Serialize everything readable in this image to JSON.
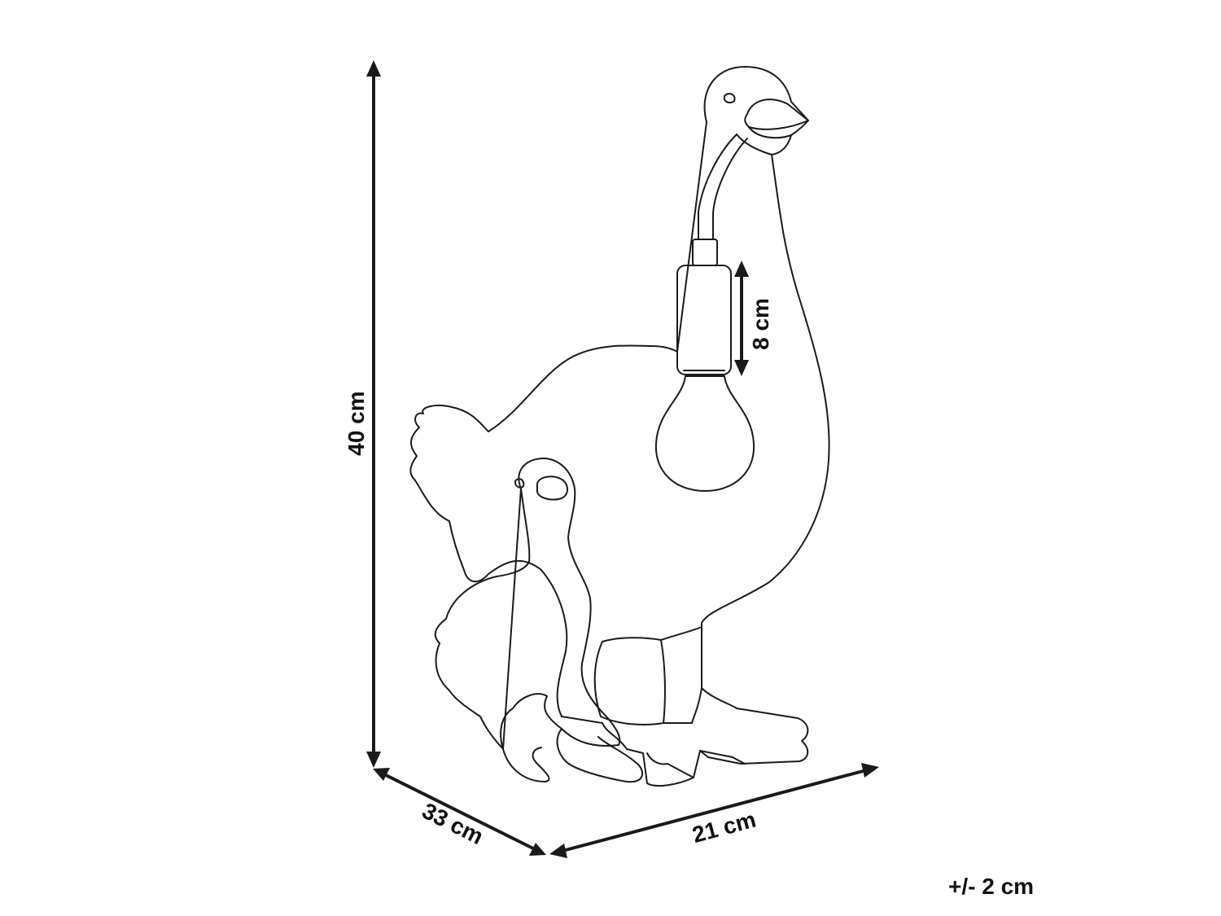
{
  "dimensions": {
    "height": "40 cm",
    "depth": "33 cm",
    "width": "21 cm",
    "bulb_height": "8 cm",
    "tolerance": "+/- 2 cm"
  },
  "colors": {
    "line": "#1a1a1a",
    "background": "#ffffff"
  }
}
